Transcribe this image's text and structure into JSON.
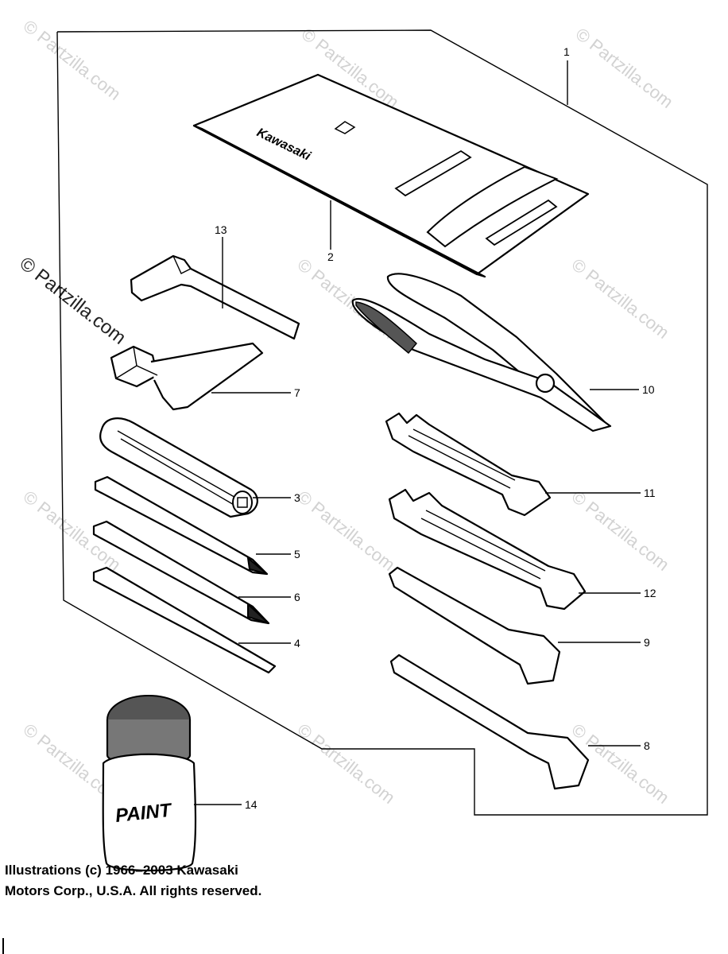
{
  "watermark": {
    "text": "© Partzilla.com"
  },
  "callouts": [
    "1",
    "2",
    "13",
    "7",
    "10",
    "3",
    "11",
    "5",
    "12",
    "6",
    "4",
    "9",
    "8",
    "14"
  ],
  "kit_bag_brand": "Kawasaki",
  "paint_label": "PAINT",
  "copyright": {
    "line1": "Illustrations (c) 1966–2003 Kawasaki",
    "line2": "Motors Corp., U.S.A.  All rights reserved."
  }
}
